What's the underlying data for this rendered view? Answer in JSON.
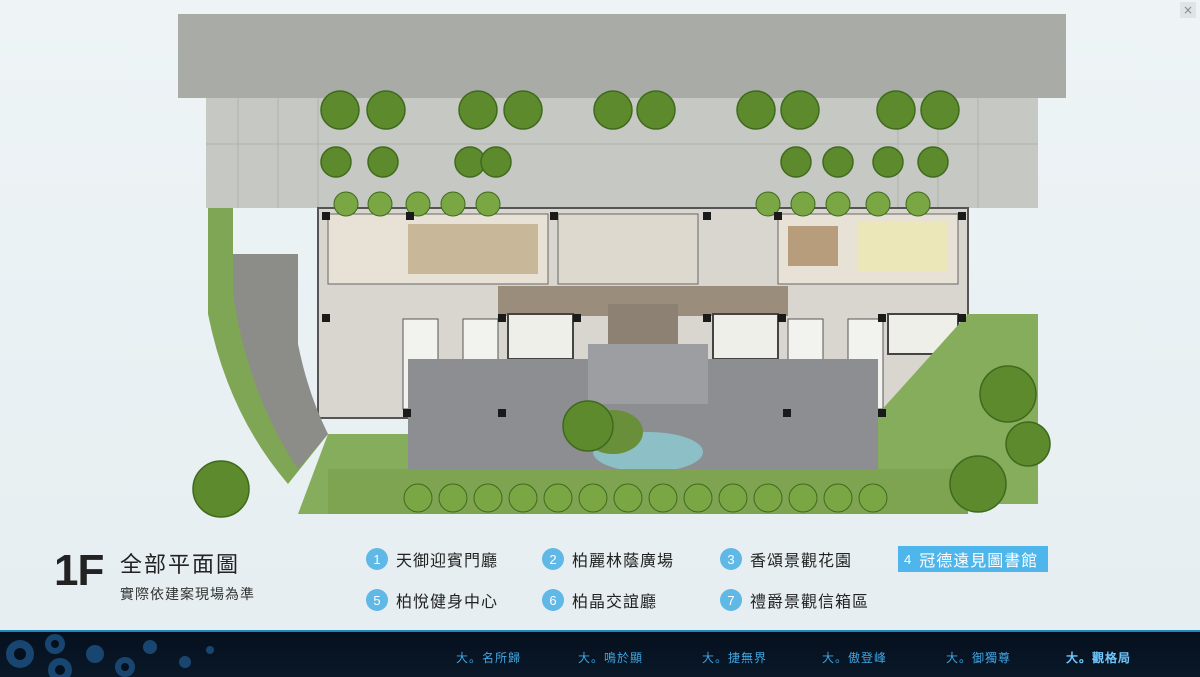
{
  "close": {
    "glyph": "×"
  },
  "floor_label": "1F",
  "title": "全部平面圖",
  "subtitle": "實際依建案現場為準",
  "legend": [
    {
      "num": "1",
      "label": "天御迎賓門廳"
    },
    {
      "num": "2",
      "label": "柏麗林蔭廣場"
    },
    {
      "num": "3",
      "label": "香頌景觀花園"
    },
    {
      "num": "4",
      "label": "冠德遠見圖書館",
      "active": true
    },
    {
      "num": "5",
      "label": "柏悅健身中心"
    },
    {
      "num": "6",
      "label": "柏晶交誼廳"
    },
    {
      "num": "7",
      "label": "禮爵景觀信箱區"
    }
  ],
  "nav": [
    {
      "label": "大。名所歸"
    },
    {
      "label": "大。鳴於顯"
    },
    {
      "label": "大。捷無界"
    },
    {
      "label": "大。傲登峰"
    },
    {
      "label": "大。御獨尊"
    },
    {
      "label": "大。觀格局",
      "current": true
    }
  ],
  "colors": {
    "accent": "#4fb6ec",
    "badge": "#5fb8e6",
    "nav_bg": "#05101e",
    "nav_text": "#3fa6e2"
  }
}
